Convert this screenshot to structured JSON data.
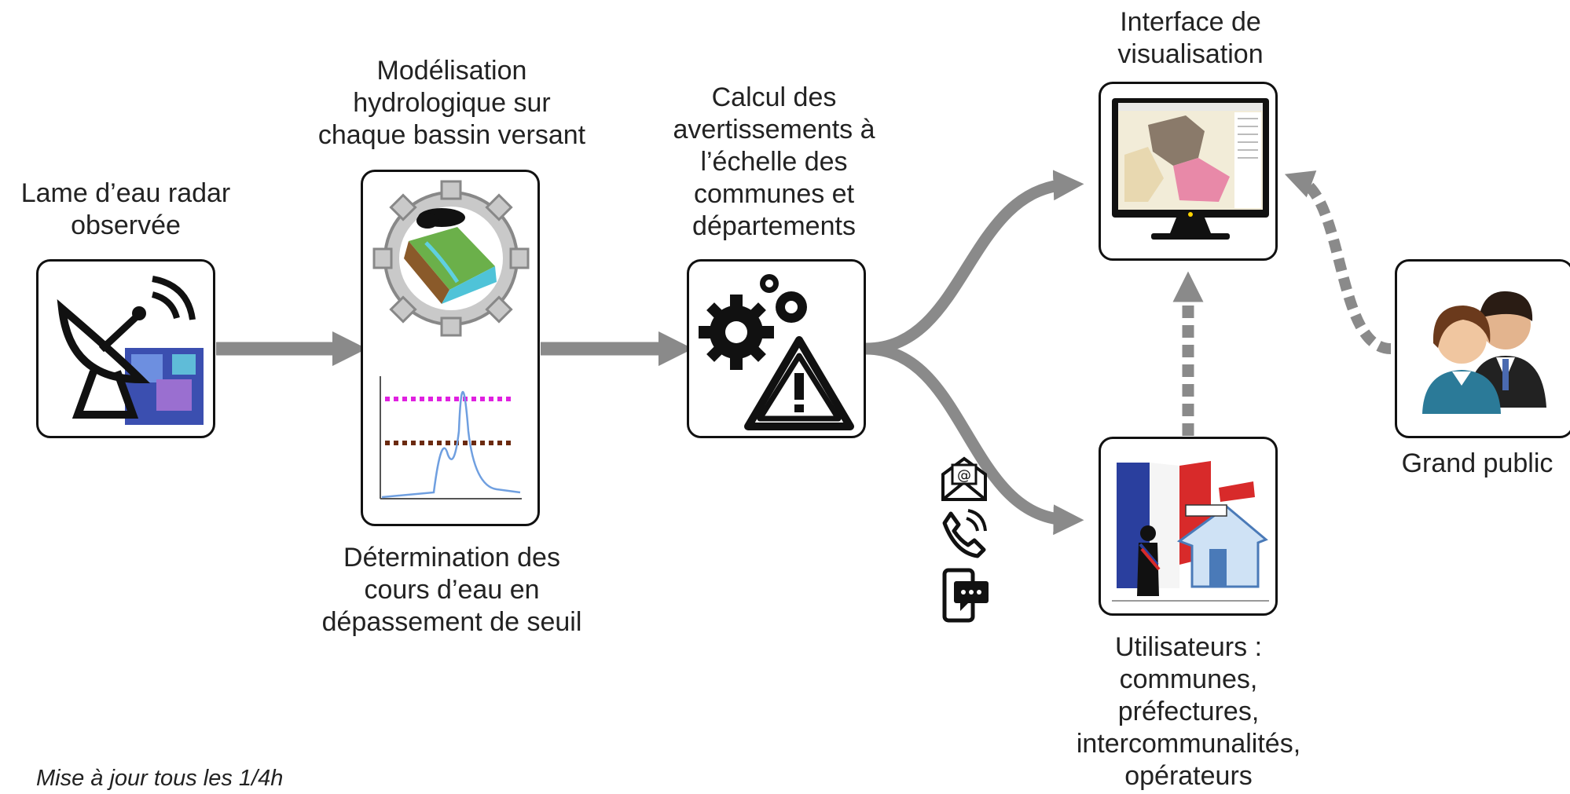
{
  "nodes": {
    "radar": {
      "label": "Lame d’eau radar\nobservée",
      "icon": "radar-dish-icon"
    },
    "modelling": {
      "label_top": "Modélisation\nhydrologique sur\nchaque bassin versant",
      "label_bottom": "Détermination des\ncours d’eau en\ndépassement de seuil",
      "icon": "gear-watershed-icon"
    },
    "warnings": {
      "label": "Calcul des\navertissements à\nl’échelle des\ncommunes et\ndépartements",
      "icon": "gears-warning-icon"
    },
    "interface": {
      "label": "Interface de\nvisualisation",
      "icon": "monitor-map-icon"
    },
    "users": {
      "label": "Utilisateurs :\ncommunes,\npréfectures,\nintercommunalités,\nopérateurs",
      "icon": "mairie-flag-icon"
    },
    "public": {
      "label": "Grand public",
      "icon": "people-icon"
    }
  },
  "channels": [
    "email-icon",
    "phone-call-icon",
    "sms-icon"
  ],
  "chart_thresholds": {
    "upper_color": "#e020e0",
    "lower_color": "#6b2a10",
    "hydrograph_color": "#6f9fe0"
  },
  "colors": {
    "arrow": "#8a8a8a",
    "border": "#111111"
  },
  "footer": {
    "note": "Mise à jour tous les 1/4h"
  }
}
